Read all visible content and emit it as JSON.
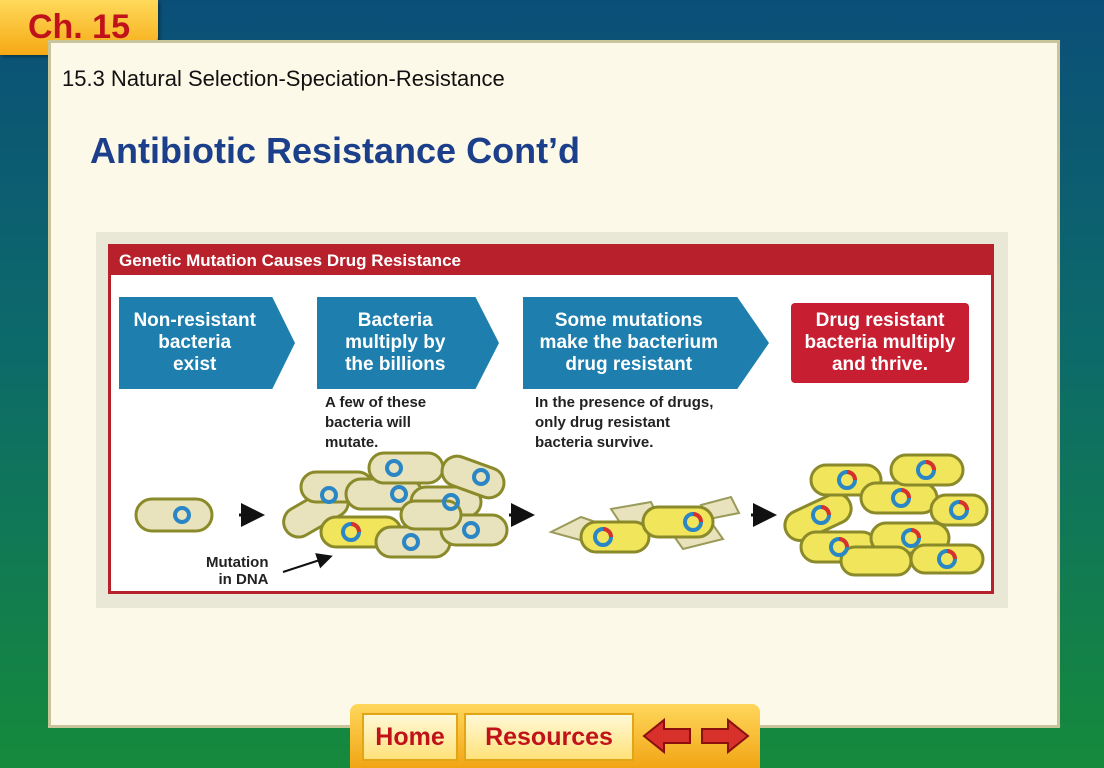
{
  "chapter": "Ch. 15",
  "section": "15.3 Natural Selection-Speciation-Resistance",
  "title": "Antibiotic Resistance Cont’d",
  "figure": {
    "header": "Genetic Mutation Causes Drug Resistance",
    "steps": [
      "Non-resistant\nbacteria\nexist",
      "Bacteria\nmultiply by\nthe billions",
      "Some mutations\nmake the bacterium\ndrug resistant",
      "Drug resistant\nbacteria multiply\nand thrive."
    ],
    "captions": [
      "A few of these\nbacteria will\nmutate.",
      "In the presence of drugs,\nonly drug resistant\nbacteria survive."
    ],
    "mutation_label": "Mutation\nin DNA"
  },
  "nav": {
    "home": "Home",
    "resources": "Resources",
    "back_icon": "arrow-left-icon",
    "forward_icon": "arrow-right-icon"
  },
  "colors": {
    "title_blue": "#1b3f8a",
    "chapter_red": "#c0121a",
    "step_blue": "#1e7fae",
    "step_red": "#c81e32",
    "cell_beige": "#e9e3bd",
    "cell_yellow": "#f1e55c",
    "plasmid_blue": "#2a86c4",
    "mutation_red": "#d8302a"
  }
}
